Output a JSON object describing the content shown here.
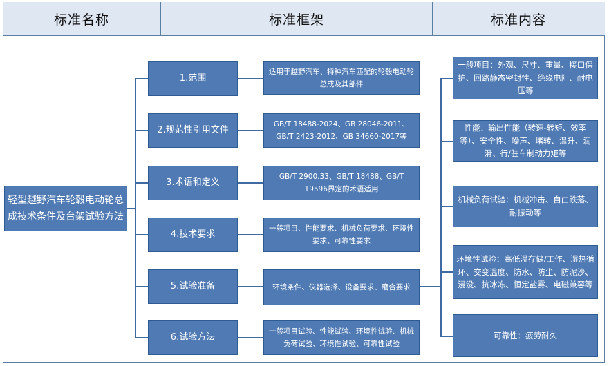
{
  "headers": {
    "name": "标准名称",
    "framework": "标准框架",
    "content": "标准内容"
  },
  "standard_name": "轻型越野汽车轮毂电动轮总成技术条件及台架试验方法",
  "framework_items": [
    {
      "label": "1.范围",
      "desc": "适用于越野汽车、特种汽车匹配的轮毂电动轮总成及其部件"
    },
    {
      "label": "2.规范性引用文件",
      "desc": "GB/T 18488-2024、GB 28046-2011、GB/T 2423-2012、GB 34660-2017等"
    },
    {
      "label": "3.术语和定义",
      "desc": "GB/T 2900.33、GB/T 18488、GB/T 19596界定的术语适用"
    },
    {
      "label": "4.技术要求",
      "desc": "一般项目、性能要求、机械负荷要求、环境性要求、可靠性要求"
    },
    {
      "label": "5.试验准备",
      "desc": "环境条件、仪器选择、设备要求、磨合要求"
    },
    {
      "label": "6.试验方法",
      "desc": "一般项目试验、性能试验、环境性试验、机械负荷试验、环境性试验、可靠性试验"
    }
  ],
  "content_items": [
    "一般项目：外观、尺寸、重量、接口保护、回路静态密封性、绝缘电阻、耐电压等",
    "性能：输出性能（转速-转矩、效率等）、安全性、噪声、堵转、温升、润滑、行/驻车制动力矩等",
    "机械负荷试验：机械冲击、自由跌落、耐振动等",
    "环境性试验：高低温存储/工作、湿热循环、交变温度、防水、防尘、防泥沙、浸没、抗冰冻、恒定盐雾、电磁兼容等",
    "可靠性：疲劳耐久"
  ],
  "colors": {
    "box_fill": "#4f7ab3",
    "header_fill": "#dfe7f2",
    "line": "#3f6aa2"
  }
}
